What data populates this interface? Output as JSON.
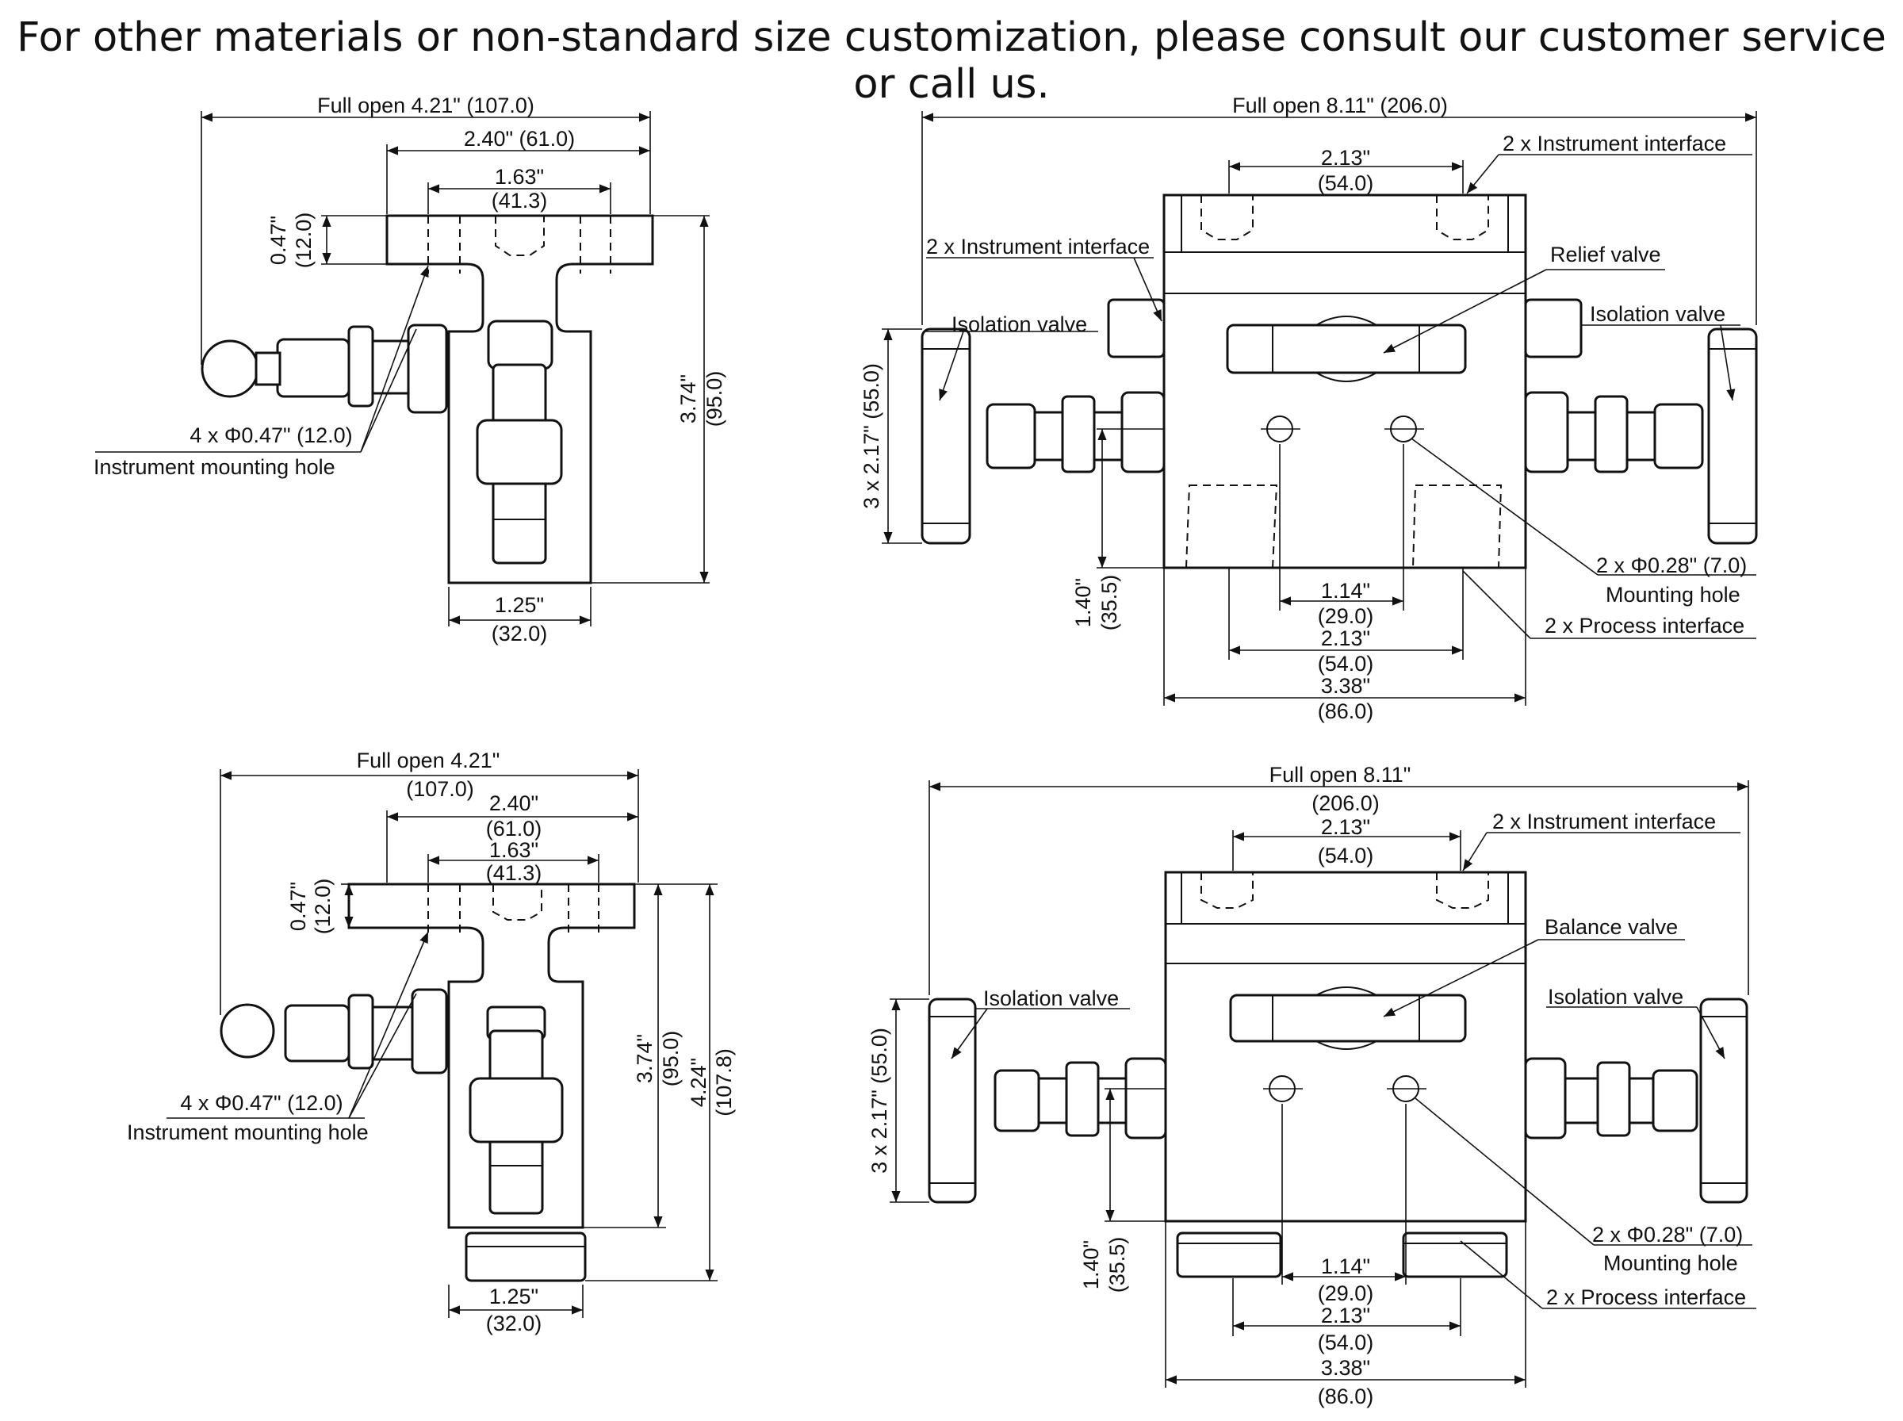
{
  "header": {
    "notice": "For other materials or non-standard size customization, please consult our customer service or call us."
  },
  "views": {
    "tl": {
      "full_open": "Full open 4.21\" (107.0)",
      "w_240": "2.40\" (61.0)",
      "w_163_a": "1.63\"",
      "w_163_b": "(41.3)",
      "h_047_a": "0.47\"",
      "h_047_b": "(12.0)",
      "h_374_a": "3.74\"",
      "h_374_b": "(95.0)",
      "w_125_a": "1.25\"",
      "w_125_b": "(32.0)",
      "hole_spec": "4 x Φ0.47\" (12.0)",
      "hole_label": "Instrument mounting hole"
    },
    "tr": {
      "full_open": "Full open 8.11\" (206.0)",
      "w_213_a": "2.13\"",
      "w_213_b": "(54.0)",
      "instr_right": "2 x Instrument interface",
      "instr_left": "2 x Instrument interface",
      "relief": "Relief valve",
      "iso_left": "Isolation valve",
      "iso_right": "Isolation valve",
      "h_217": "3 x 2.17\" (55.0)",
      "h_140_a": "1.40\"",
      "h_140_b": "(35.5)",
      "w_114_a": "1.14\"",
      "w_114_b": "(29.0)",
      "w_213b_a": "2.13\"",
      "w_213b_b": "(54.0)",
      "w_338_a": "3.38\"",
      "w_338_b": "(86.0)",
      "hole_spec": "2 x Φ0.28\" (7.0)",
      "hole_label": "Mounting hole",
      "process": "2 x Process interface"
    },
    "bl": {
      "full_open_a": "Full open 4.21\"",
      "full_open_b": "(107.0)",
      "w_240_a": "2.40\"",
      "w_240_b": "(61.0)",
      "w_163_a": "1.63\"",
      "w_163_b": "(41.3)",
      "h_047_a": "0.47\"",
      "h_047_b": "(12.0)",
      "h_374_a": "3.74\"",
      "h_374_b": "(95.0)",
      "h_424_a": "4.24\"",
      "h_424_b": "(107.8)",
      "w_125_a": "1.25\"",
      "w_125_b": "(32.0)",
      "hole_spec": "4 x Φ0.47\" (12.0)",
      "hole_label": "Instrument mounting hole"
    },
    "br": {
      "full_open_a": "Full open 8.11\"",
      "full_open_b": "(206.0)",
      "w_213_a": "2.13\"",
      "w_213_b": "(54.0)",
      "instr_right": "2 x Instrument interface",
      "balance": "Balance valve",
      "iso_left": "Isolation valve",
      "iso_right": "Isolation valve",
      "h_217": "3 x 2.17\" (55.0)",
      "h_140_a": "1.40\"",
      "h_140_b": "(35.5)",
      "w_114_a": "1.14\"",
      "w_114_b": "(29.0)",
      "w_213b_a": "2.13\"",
      "w_213b_b": "(54.0)",
      "w_338_a": "3.38\"",
      "w_338_b": "(86.0)",
      "hole_spec": "2 x Φ0.28\" (7.0)",
      "hole_label": "Mounting hole",
      "process": "2 x Process interface"
    }
  }
}
